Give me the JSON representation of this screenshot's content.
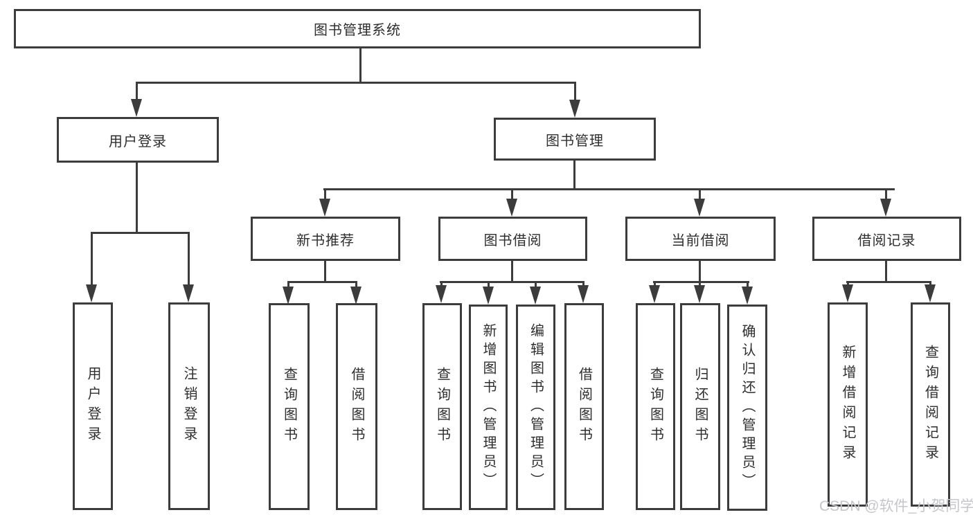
{
  "diagram": {
    "root_label": "图书管理系统",
    "level2": [
      {
        "label": "用户登录",
        "children": [
          {
            "label": "用户登录"
          },
          {
            "label": "注销登录"
          }
        ]
      },
      {
        "label": "图书管理",
        "children": [
          {
            "label": "新书推荐",
            "children": [
              {
                "label": "查询图书"
              },
              {
                "label": "借阅图书"
              }
            ]
          },
          {
            "label": "图书借阅",
            "children": [
              {
                "label": "查询图书"
              },
              {
                "label": "新增图书（管理员）"
              },
              {
                "label": "编辑图书（管理员）"
              },
              {
                "label": "借阅图书"
              }
            ]
          },
          {
            "label": "当前借阅",
            "children": [
              {
                "label": "查询图书"
              },
              {
                "label": "归还图书"
              },
              {
                "label": "确认归还（管理员）"
              }
            ]
          },
          {
            "label": "借阅记录",
            "children": [
              {
                "label": "新增借阅记录"
              },
              {
                "label": "查询借阅记录"
              }
            ]
          }
        ]
      }
    ]
  },
  "watermark": {
    "text": "CSDN @软件_小贺同学"
  },
  "colors": {
    "line": "#3c3c3c",
    "text": "#2e2e2e",
    "background": "#ffffff",
    "watermark": "#c5c6cb"
  }
}
